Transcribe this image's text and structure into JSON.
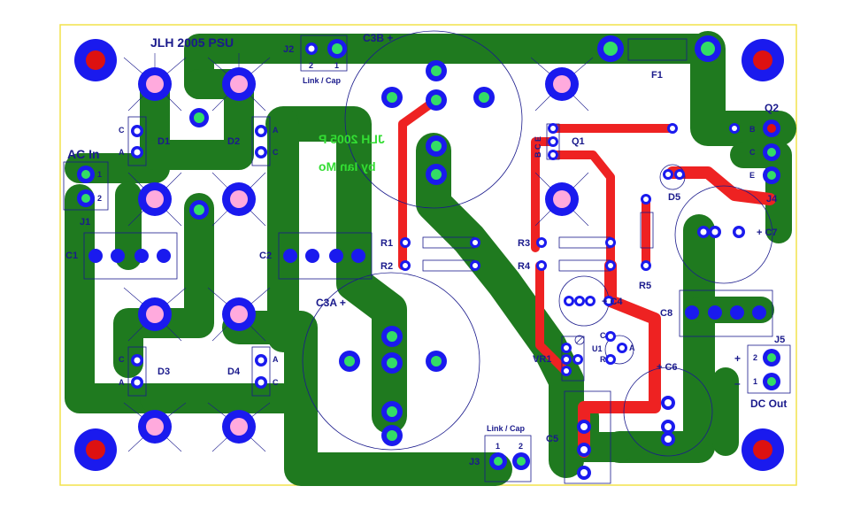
{
  "board": {
    "title": "JLH 2005 PSU",
    "mirrored_text": [
      "JLH 2005 P",
      "by Ian Mo"
    ],
    "colors": {
      "outline": "#f2e24a",
      "ground_copper": "#1f7a1f",
      "top_trace": "#ee2222",
      "pad_outer": "#1a1aee",
      "pad_inner": "#33dd66",
      "mount_hole": "#dd1111",
      "silk": "#1a1a8c",
      "mirror_text": "#33dd33"
    }
  },
  "labels": {
    "ac_in": "AC In",
    "j1": "J1",
    "j1_pin1": "1",
    "j1_pin2": "2",
    "c1": "C1",
    "c2": "C2",
    "c3a": "C3A +",
    "c3b": "C3B +",
    "d1": "D1",
    "d2": "D2",
    "d3": "D3",
    "d4": "D4",
    "d1_c": "C",
    "d1_a": "A",
    "d2_a": "A",
    "d2_c": "C",
    "d3_c": "C",
    "d3_a": "A",
    "d4_a": "A",
    "d4_c": "C",
    "j2": "J2",
    "j2_pin2": "2",
    "j2_pin1": "1",
    "link_cap_top": "Link / Cap",
    "j3": "J3",
    "j3_pin1": "1",
    "j3_pin2": "2",
    "link_cap_bottom": "Link / Cap",
    "f1": "F1",
    "q1": "Q1",
    "q1_pins": "B C E",
    "q2": "Q2",
    "q2_b": "B",
    "q2_c": "C",
    "q2_e": "E",
    "r1": "R1",
    "r2": "R2",
    "r3": "R3",
    "r4": "R4",
    "r5": "R5",
    "d5": "D5",
    "j4": "J4",
    "c4": "+ C4",
    "c5": "C5",
    "c6": "+ C6",
    "c7": "+  C7",
    "c8": "C8",
    "vr1": "VR1",
    "u1": "U1",
    "u1_c": "C",
    "u1_a": "A",
    "u1_r": "R",
    "j5": "J5",
    "j5_plus": "+",
    "j5_minus": "–",
    "j5_pin2": "2",
    "j5_pin1": "1",
    "dc_out": "DC Out"
  }
}
